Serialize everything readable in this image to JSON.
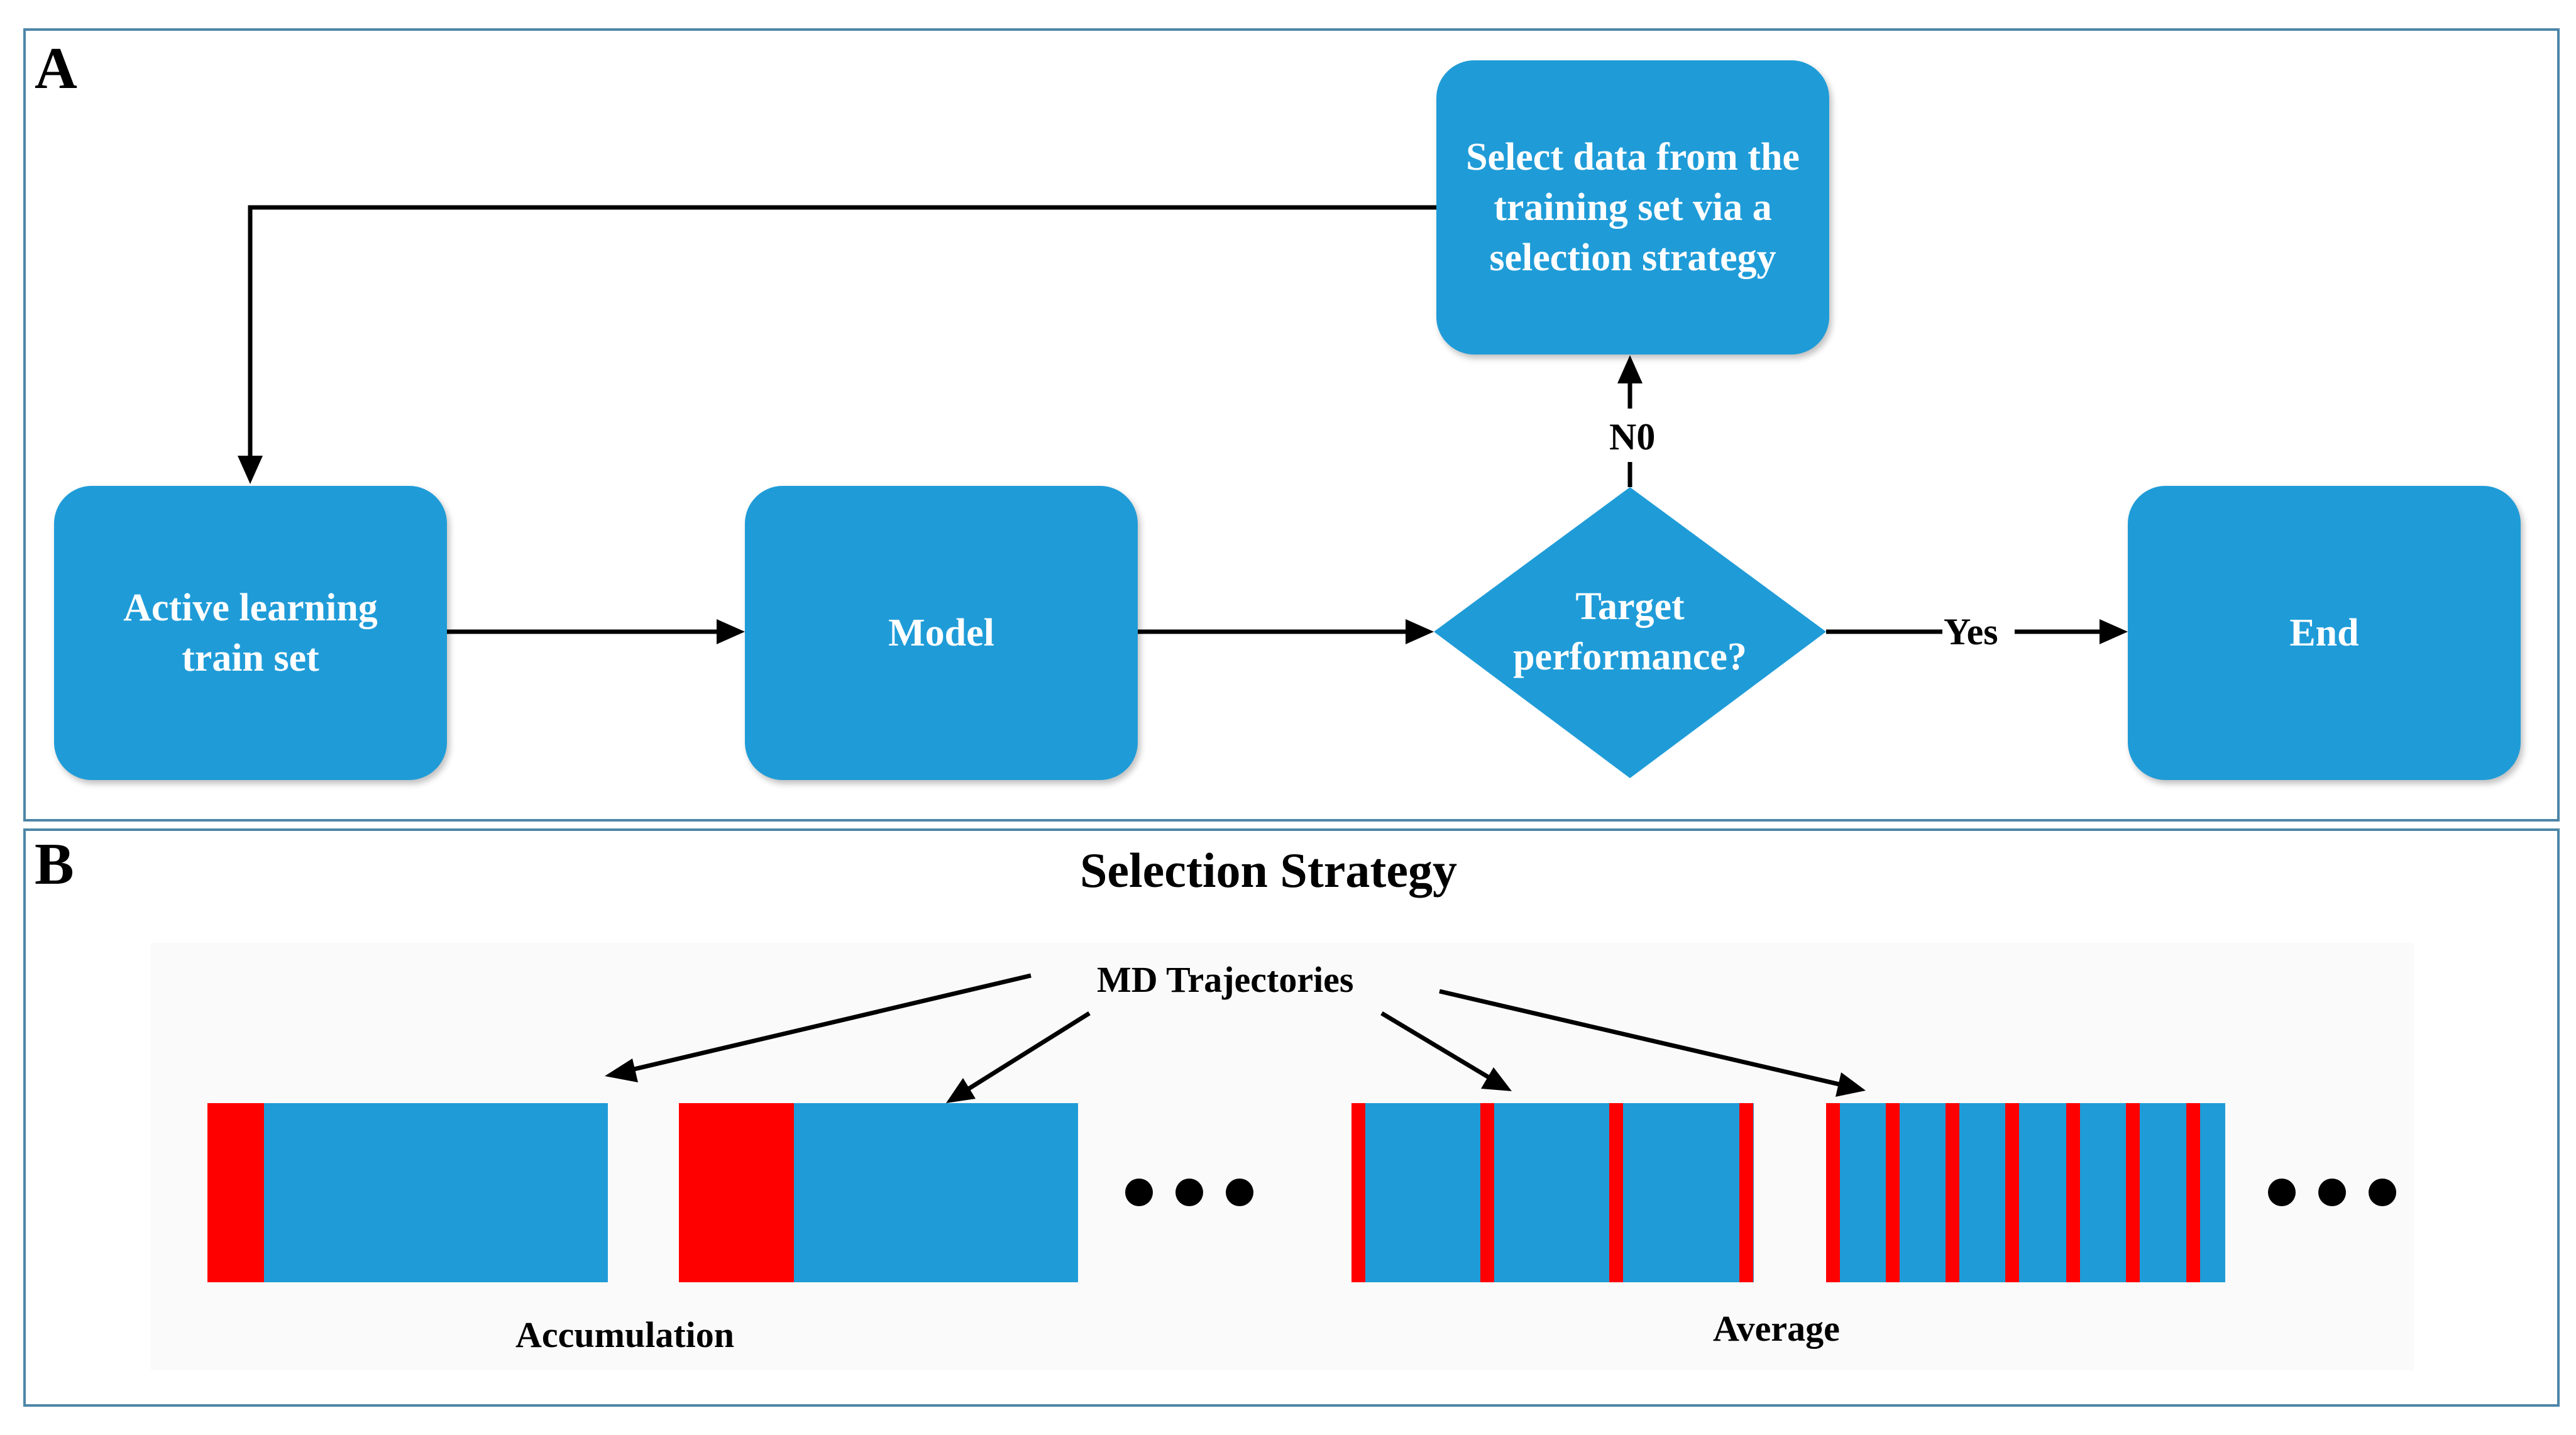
{
  "panel_a": {
    "label": "A",
    "nodes": {
      "train_set": "Active learning train set",
      "model": "Model",
      "decision": "Target performance?",
      "end": "End",
      "select": "Select data from the training set via a selection strategy"
    },
    "edges": {
      "no_label": "N0",
      "yes_label": "Yes"
    }
  },
  "panel_b": {
    "label": "B",
    "title": "Selection Strategy",
    "source_label": "MD Trajectories",
    "group_labels": {
      "accumulation": "Accumulation",
      "average": "Average"
    },
    "ellipsis": "• • •"
  },
  "colors": {
    "node_fill": "#1f9cd8",
    "highlight": "#ff0000",
    "panel_border": "#4d86a8"
  }
}
